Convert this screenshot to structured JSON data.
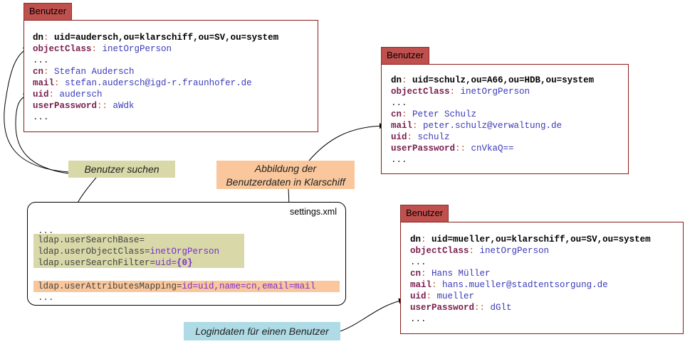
{
  "entries": [
    {
      "tab": "Benutzer",
      "lines": [
        {
          "key": "dn",
          "sep": ": ",
          "value": "uid=audersch,ou=klarschiff,ou=SV,ou=system",
          "hl": "g"
        },
        {
          "key": "objectClass",
          "sep": ": ",
          "value": "inetOrgPerson",
          "hl": "g"
        },
        {
          "plain": "..."
        },
        {
          "key": "cn",
          "sep": ": ",
          "value": "Stefan Audersch"
        },
        {
          "key": "mail",
          "sep": ": ",
          "value": "stefan.audersch@igd-r.fraunhofer.de"
        },
        {
          "key": "uid",
          "sep": ": ",
          "value": "audersch",
          "hl": "g"
        },
        {
          "key": "userPassword",
          "sep": ":: ",
          "value": "aWdk"
        },
        {
          "plain": "..."
        }
      ]
    },
    {
      "tab": "Benutzer",
      "lines": [
        {
          "key": "dn",
          "sep": ": ",
          "value": "uid=schulz,ou=A66,ou=HDB,ou=system"
        },
        {
          "key": "objectClass",
          "sep": ": ",
          "value": "inetOrgPerson"
        },
        {
          "plain": "..."
        },
        {
          "key": "cn",
          "sep": ": ",
          "value": "Peter Schulz",
          "hl": "o"
        },
        {
          "key": "mail",
          "sep": ": ",
          "value": "peter.schulz@verwaltung.de",
          "hl": "o"
        },
        {
          "key": "uid",
          "sep": ": ",
          "value": "schulz",
          "hl": "o"
        },
        {
          "key": "userPassword",
          "sep": ":: ",
          "value": "cnVkaQ=="
        },
        {
          "plain": "..."
        }
      ]
    },
    {
      "tab": "Benutzer",
      "lines": [
        {
          "key": "dn",
          "sep": ": ",
          "value": "uid=mueller,ou=klarschiff,ou=SV,ou=system"
        },
        {
          "key": "objectClass",
          "sep": ": ",
          "value": "inetOrgPerson"
        },
        {
          "plain": "..."
        },
        {
          "key": "cn",
          "sep": ": ",
          "value": "Hans Müller"
        },
        {
          "key": "mail",
          "sep": ": ",
          "value": "hans.mueller@stadtentsorgung.de"
        },
        {
          "key": "uid",
          "sep": ": ",
          "value": "mueller",
          "hl": "b"
        },
        {
          "key": "userPassword",
          "sep": ":: ",
          "value": "dGlt",
          "hl": "b"
        },
        {
          "plain": "..."
        }
      ]
    }
  ],
  "settings": {
    "filename": "settings.xml",
    "dots_top": "...",
    "search_base": "ldap.userSearchBase=",
    "object_class_key": "ldap.userObjectClass=",
    "object_class_val": "inetOrgPerson",
    "filter_key": "ldap.userSearchFilter=",
    "filter_val": "uid=",
    "filter_param": "{0}",
    "mapping_key": "ldap.userAttributesMapping=",
    "mapping_val": "id=uid,name=cn,email=mail",
    "dots_bottom": "..."
  },
  "callouts": {
    "search": "Benutzer suchen",
    "mapping_line1": "Abbildung der",
    "mapping_line2": "Benutzerdaten in Klarschiff",
    "login": "Logindaten für einen Benutzer"
  },
  "colors": {
    "tab": "#c0504d",
    "box_border": "#8b1a1a",
    "highlight_green": "#d8d8a8",
    "highlight_orange": "#f9c79b",
    "highlight_blue": "#aedbe6",
    "key": "#7a1e4e",
    "value": "#3b3bb8",
    "settings_value": "#7a2fd0"
  }
}
